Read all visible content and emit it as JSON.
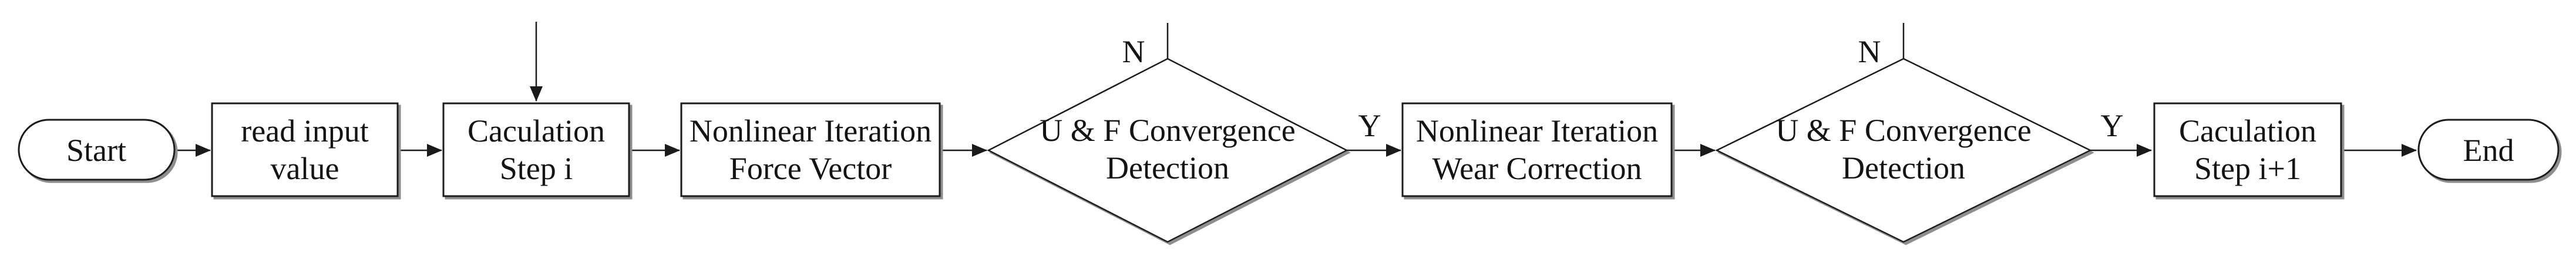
{
  "diagram": {
    "type": "flowchart",
    "description": "Wear calculation iteration flowchart",
    "colors": {
      "background": "#ffffff",
      "stroke": "#1a1a1a",
      "shape_fill": "#ffffff",
      "shadow": "#8e8e8e",
      "text": "#141414"
    },
    "nodes": [
      {
        "id": "start",
        "type": "terminal",
        "lines": [
          "Start"
        ]
      },
      {
        "id": "read-input-value",
        "type": "process",
        "lines": [
          "read input",
          "value"
        ]
      },
      {
        "id": "calculation-step-i",
        "type": "process",
        "lines": [
          "Caculation",
          "Step i"
        ]
      },
      {
        "id": "nonlinear-iteration-force-vector",
        "type": "process",
        "lines": [
          "Nonlinear Iteration",
          "Force Vector"
        ]
      },
      {
        "id": "uf-convergence-detection-1",
        "type": "decision",
        "lines": [
          "U & F Convergence",
          "Detection"
        ]
      },
      {
        "id": "nonlinear-iteration-wear-correction",
        "type": "process",
        "lines": [
          "Nonlinear Iteration",
          "Wear Correction"
        ]
      },
      {
        "id": "uf-convergence-detection-2",
        "type": "decision",
        "lines": [
          "U & F Convergence",
          "Detection"
        ]
      },
      {
        "id": "calculation-step-i-plus-1",
        "type": "process",
        "lines": [
          "Caculation",
          "Step i+1"
        ]
      },
      {
        "id": "end",
        "type": "terminal",
        "lines": [
          "End"
        ]
      }
    ],
    "branch_labels": {
      "n1": "N",
      "y1": "Y",
      "n2": "N",
      "y2": "Y"
    },
    "edges": [
      "Start -> read input value",
      "read input value -> Caculation Step i",
      "Caculation Step i -> Nonlinear Iteration Force Vector",
      "Nonlinear Iteration Force Vector -> U & F Convergence Detection (1)",
      "U & F Convergence Detection (1) -Y-> Nonlinear Iteration Wear Correction",
      "U & F Convergence Detection (1) -N-> Caculation Step i (feedback loop)",
      "Nonlinear Iteration Wear Correction -> U & F Convergence Detection (2)",
      "U & F Convergence Detection (2) -Y-> Caculation Step i+1",
      "U & F Convergence Detection (2) -N-> Caculation Step i (feedback loop)",
      "Caculation Step i+1 -> End"
    ]
  }
}
